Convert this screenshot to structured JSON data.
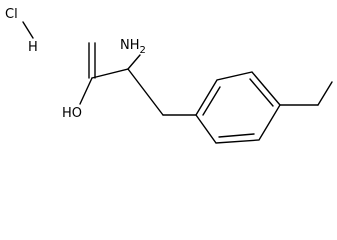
{
  "salt": {
    "chlorine_label": "Cl",
    "hydrogen_label": "H"
  },
  "molecule": {
    "amino_label": "NH",
    "amino_subscript": "2",
    "hydroxyl_label": "HO"
  }
}
